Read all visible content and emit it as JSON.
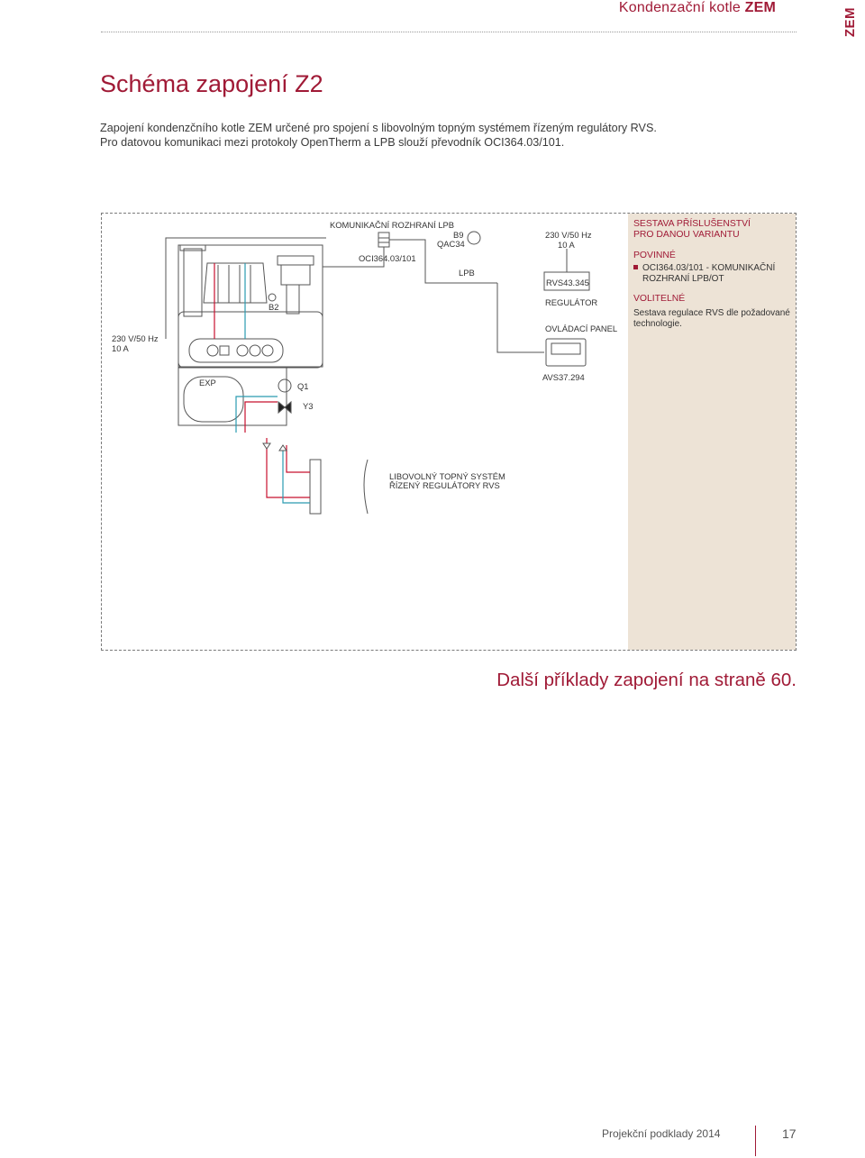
{
  "header": {
    "title_prefix": "Kondenzační kotle",
    "title_brand": "ZEM",
    "side_tab": "ZEM"
  },
  "page_title": "Schéma zapojení Z2",
  "intro": {
    "line1": "Zapojení kondenzčního kotle ZEM určené pro spojení s libovolným topným systémem řízeným regulátory RVS.",
    "line2": "Pro datovou komunikaci mezi protokoly OpenTherm a LPB slouží převodník OCI364.03/101."
  },
  "diagram": {
    "labels": {
      "interface": "KOMUNIKAČNÍ ROZHRANÍ LPB",
      "oci": "OCI364.03/101",
      "b9": "B9",
      "qac": "QAC34",
      "lpb": "LPB",
      "power_top_1": "230 V/50 Hz",
      "power_top_2": "10 A",
      "rvs": "RVS43.345",
      "regulator": "REGULÁTOR",
      "control_panel": "OVLÁDACÍ PANEL",
      "avs": "AVS37.294",
      "power_left_1": "230 V/50 Hz",
      "power_left_2": "10 A",
      "b2": "B2",
      "exp": "EXP",
      "q1": "Q1",
      "y3": "Y3",
      "system_1": "LIBOVOLNÝ TOPNÝ SYSTÉM",
      "system_2": "ŘÍZENÝ REGULÁTORY RVS"
    },
    "colors": {
      "supply": "#c8102e",
      "return": "#2a9bb0",
      "line": "#555555"
    }
  },
  "accessories": {
    "heading_1": "SESTAVA PŘÍSLUŠENSTVÍ",
    "heading_2": "PRO DANOU VARIANTU",
    "required_title": "POVINNÉ",
    "required_item_1": "OCI364.03/101 - KOMUNIKAČNÍ",
    "required_item_2": "ROZHRANÍ LPB/OT",
    "optional_title": "VOLITELNÉ",
    "optional_text": "Sestava regulace RVS dle požadované technologie."
  },
  "more_examples": "Další příklady zapojení na straně 60.",
  "footer": {
    "text": "Projekční podklady 2014",
    "page_number": "17"
  }
}
